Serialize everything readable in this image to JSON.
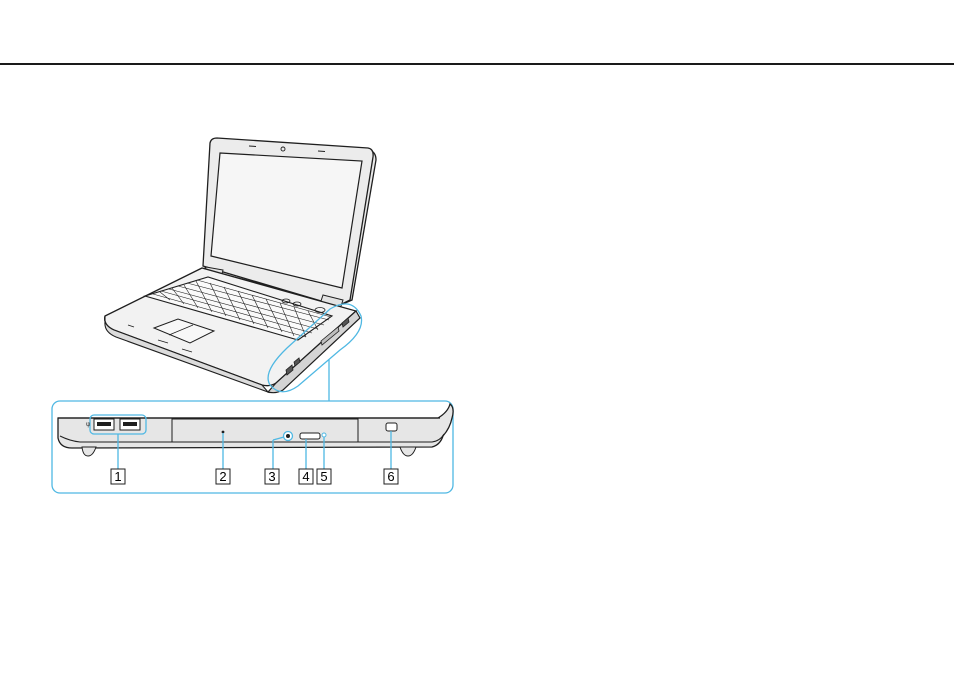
{
  "figure": {
    "callouts": [
      {
        "number": "1",
        "part": "usb-ports"
      },
      {
        "number": "2",
        "part": "optical-disc-drive"
      },
      {
        "number": "3",
        "part": "optical-disc-drive-indicator"
      },
      {
        "number": "4",
        "part": "drive-eject-button"
      },
      {
        "number": "5",
        "part": "manual-eject-hole"
      },
      {
        "number": "6",
        "part": "security-slot"
      }
    ],
    "colors": {
      "highlight": "#4fb8e3",
      "outline": "#1f1f1f",
      "body": "#eeeeee",
      "side_face": "#d9d9d9",
      "screen": "#f4f4f4"
    }
  }
}
